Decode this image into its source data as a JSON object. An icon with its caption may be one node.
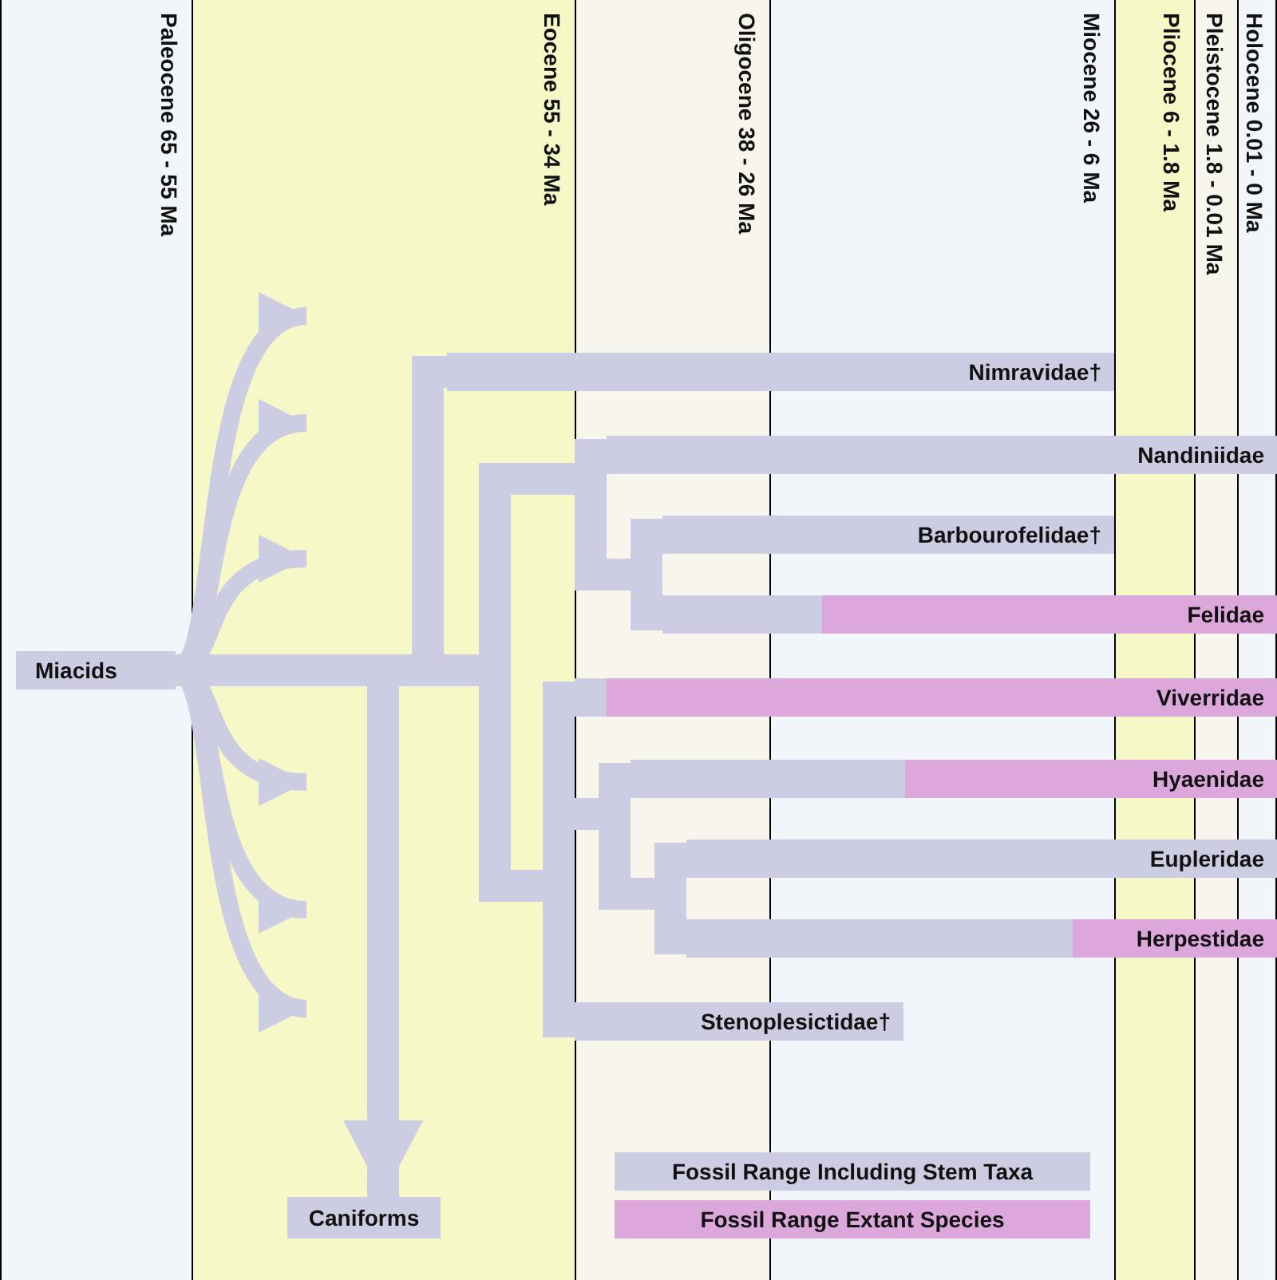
{
  "diagram": {
    "nodes": [
      {
        "text": [
          "Miacids"
        ]
      },
      {
        "text": [
          "Nimravidae†"
        ]
      },
      {
        "text": [
          "Nandiniidae"
        ]
      },
      {
        "text": [
          "Barbourofelidae†"
        ]
      },
      {
        "text": [
          "Felidae"
        ]
      },
      {
        "text": [
          "Viverridae"
        ]
      },
      {
        "text": [
          "Hyaenidae"
        ]
      },
      {
        "text": [
          "Eupleridae"
        ]
      },
      {
        "text": [
          "Herpestidae"
        ]
      },
      {
        "text": [
          "Stenoplesictidae†"
        ]
      },
      {
        "text": [
          "Caniforms"
        ]
      }
    ],
    "edges": [
      {
        "from": 0,
        "to": 10,
        "arrow": "to"
      },
      {
        "from": 0,
        "to": 1,
        "arrow": "none"
      },
      {
        "from": 0,
        "to": 2,
        "arrow": "none"
      },
      {
        "from": 0,
        "to": 3,
        "arrow": "none"
      },
      {
        "from": 0,
        "to": 4,
        "arrow": "none"
      },
      {
        "from": 0,
        "to": 5,
        "arrow": "none"
      },
      {
        "from": 0,
        "to": 6,
        "arrow": "none"
      },
      {
        "from": 0,
        "to": 7,
        "arrow": "none"
      },
      {
        "from": 0,
        "to": 8,
        "arrow": "none"
      },
      {
        "from": 0,
        "to": 9,
        "arrow": "none"
      },
      {
        "from": 0,
        "to": null,
        "arrow": "to"
      },
      {
        "from": 0,
        "to": null,
        "arrow": "to"
      },
      {
        "from": 0,
        "to": null,
        "arrow": "to"
      },
      {
        "from": 0,
        "to": null,
        "arrow": "to"
      },
      {
        "from": 0,
        "to": null,
        "arrow": "to"
      },
      {
        "from": 0,
        "to": null,
        "arrow": "to"
      }
    ],
    "labels": [
      "Paleocene 65 - 55 Ma",
      "Eocene 55 - 34 Ma",
      "Oligocene 38 - 26 Ma",
      "Miocene 26 - 6 Ma",
      "Pliocene 6 - 1.8 Ma",
      "Pleistocene 1.8 - 0.01 Ma",
      "Holocene 0.01 - 0 Ma"
    ],
    "legend": [
      {
        "text": "Fossil Range Including Stem Taxa",
        "color": "#cccce2"
      },
      {
        "text": "Fossil Range Extant Species",
        "color": "#dca8dc"
      }
    ]
  }
}
